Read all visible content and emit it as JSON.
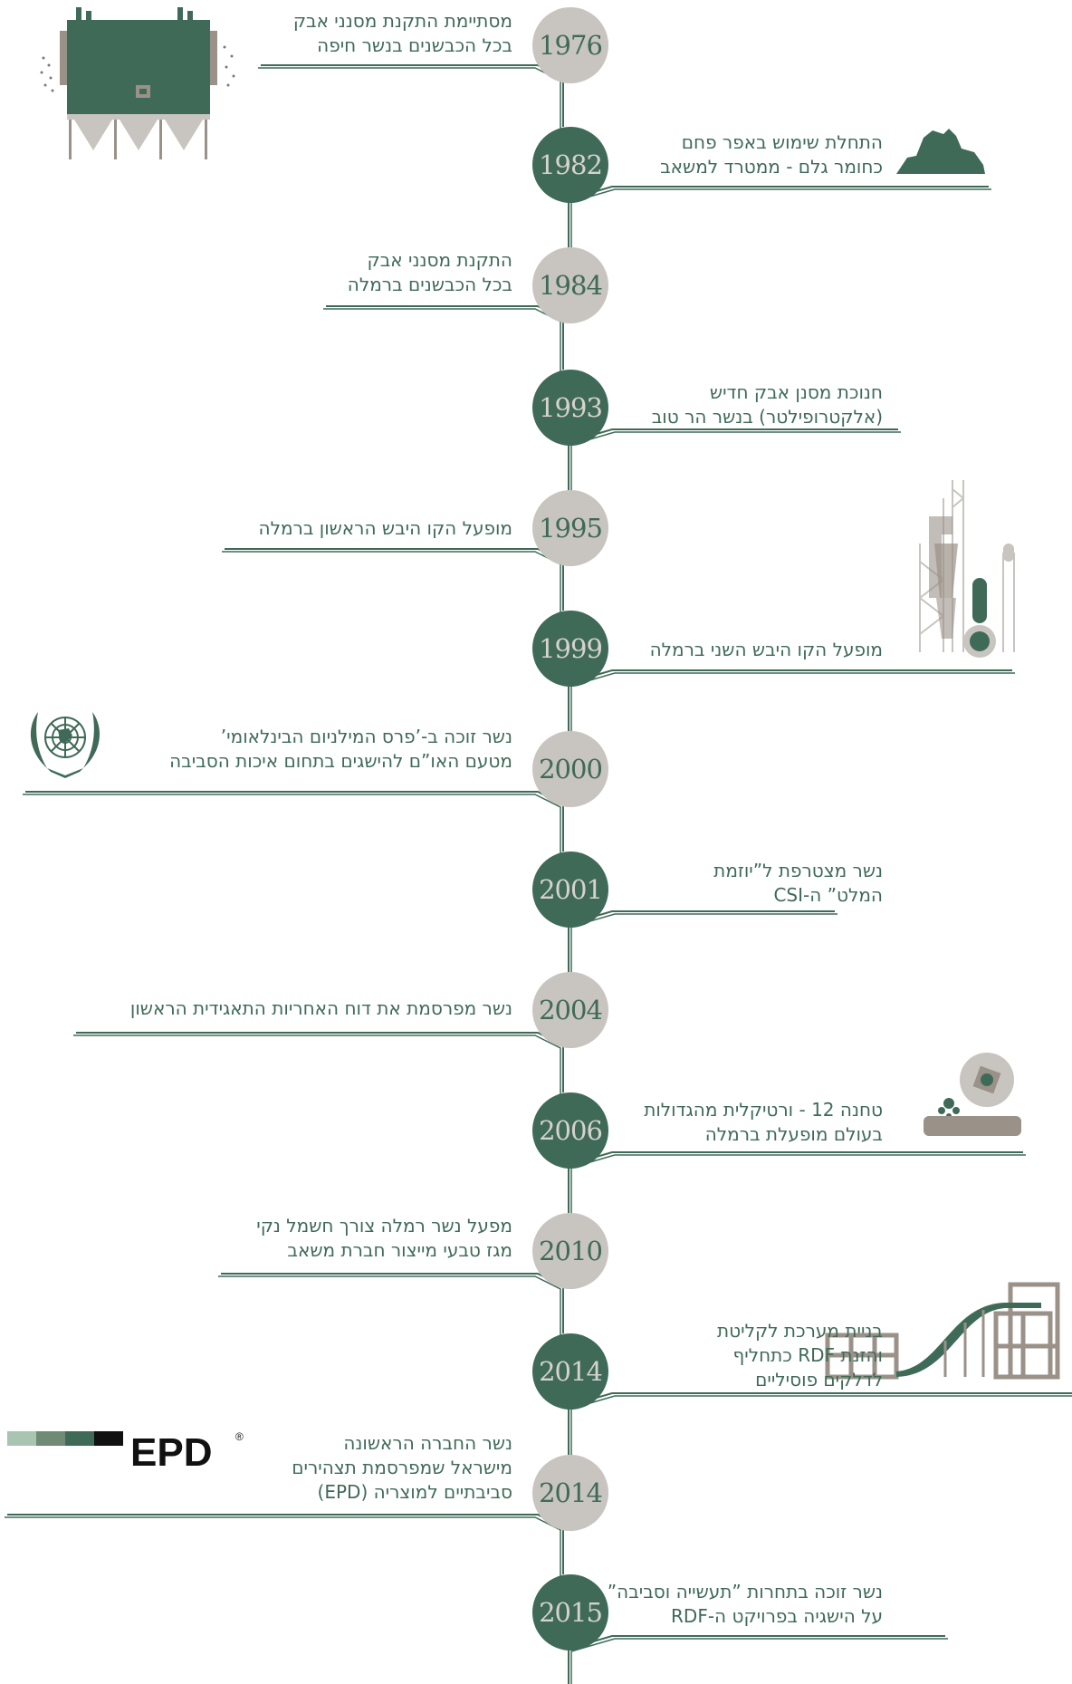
{
  "colors": {
    "green": "#3f6a58",
    "grey": "#c8c4bf",
    "taupe": "#9a9188"
  },
  "events": [
    {
      "year": "1976",
      "badge": "grey",
      "side": "left",
      "lines": [
        "מסתיימת התקנת מסנני אבק",
        "בכל הכבשנים בנשר חיפה"
      ]
    },
    {
      "year": "1982",
      "badge": "green",
      "side": "right",
      "lines": [
        "התחלת שימוש באפר פחם",
        "כחומר גלם - ממטרד למשאב"
      ]
    },
    {
      "year": "1984",
      "badge": "grey",
      "side": "left",
      "lines": [
        "התקנת מסנני אבק",
        "בכל הכבשנים ברמלה"
      ]
    },
    {
      "year": "1993",
      "badge": "green",
      "side": "right",
      "lines": [
        "חנוכת מסנן אבק חדיש",
        "(אלקטרופילטר) בנשר הר טוב"
      ]
    },
    {
      "year": "1995",
      "badge": "grey",
      "side": "left",
      "lines": [
        "מופעל הקו היבש הראשון ברמלה"
      ]
    },
    {
      "year": "1999",
      "badge": "green",
      "side": "right",
      "lines": [
        "מופעל הקו היבש השני ברמלה"
      ]
    },
    {
      "year": "2000",
      "badge": "grey",
      "side": "left",
      "lines": [
        "נשר זוכה ב-’פרס המילניום הבינלאומי’",
        "מטעם האו”ם להישגים בתחום איכות הסביבה"
      ]
    },
    {
      "year": "2001",
      "badge": "green",
      "side": "right",
      "lines": [
        "נשר מצטרפת ל”יוזמת",
        "המלט” ה-CSI"
      ]
    },
    {
      "year": "2004",
      "badge": "grey",
      "side": "left",
      "lines": [
        "נשר מפרסמת את דוח האחריות התאגידית הראשון"
      ]
    },
    {
      "year": "2006",
      "badge": "green",
      "side": "right",
      "lines": [
        "טחנה 12 - ורטיקלית מהגדולות",
        "בעולם מופעלת ברמלה"
      ]
    },
    {
      "year": "2010",
      "badge": "grey",
      "side": "left",
      "lines": [
        "מפעל נשר רמלה צורך חשמל נקי",
        "מגז טבעי מייצור חברת משאב"
      ]
    },
    {
      "year": "2014",
      "badge": "green",
      "side": "right",
      "lines": [
        "בניית מערכת לקליטת",
        "והזנת RDF כתחליף",
        "לדלקים פוסיליים"
      ]
    },
    {
      "year": "2014",
      "badge": "grey",
      "side": "left",
      "lines": [
        "נשר החברה הראשונה",
        "מישראל שמפרסמת תצהירים",
        "סביבתיים למוצריה (EPD)"
      ]
    },
    {
      "year": "2015",
      "badge": "green",
      "side": "right",
      "lines": [
        "נשר זוכה בתחרות ”תעשייה וסביבה”",
        "על הישגיה בפרויקט ה-RDF"
      ]
    }
  ],
  "logos": {
    "epd": "EPD",
    "registered": "®"
  },
  "illustrations": [
    "dust-filter-factory-icon",
    "coal-ash-pile-icon",
    "cement-plant-tower-icon",
    "un-emblem-icon",
    "vertical-mill-icon",
    "rdf-conveyor-icon",
    "epd-logo"
  ]
}
